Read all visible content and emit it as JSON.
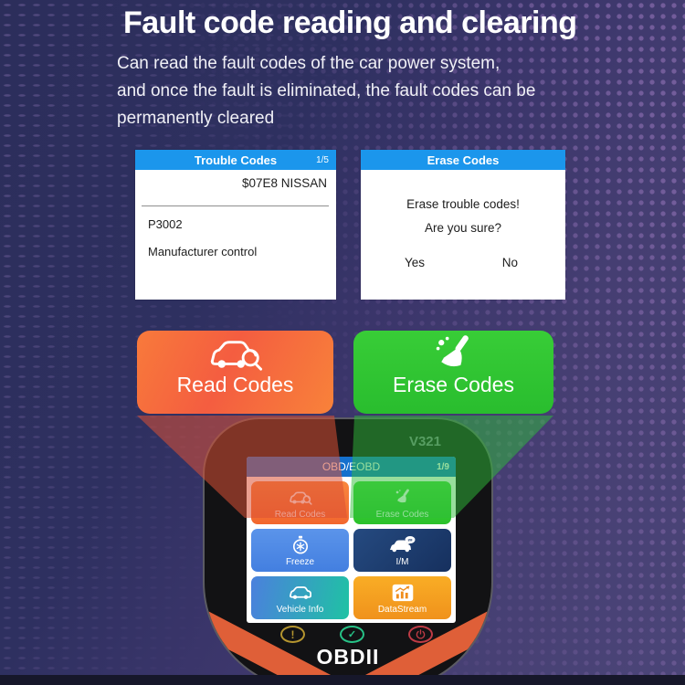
{
  "title": "Fault code reading and clearing",
  "subtitle": {
    "line1": "Can read the fault codes of the car power system,",
    "line2": "and once the fault is eliminated, the fault codes can be",
    "line3": "permanently cleared"
  },
  "panels": {
    "trouble": {
      "header": "Trouble Codes",
      "page": "1/5",
      "vehicle": "$07E8 NISSAN",
      "code": "P3002",
      "code_desc": "Manufacturer control"
    },
    "erase": {
      "header": "Erase Codes",
      "message1": "Erase trouble codes!",
      "message2": "Are you sure?",
      "yes_label": "Yes",
      "no_label": "No"
    }
  },
  "buttons": {
    "read_label": "Read Codes",
    "erase_label": "Erase Codes"
  },
  "device": {
    "model": "V321",
    "brand": "OBDII",
    "screen": {
      "header": "OBD/EOBD",
      "page": "1/9",
      "tiles": [
        {
          "label": "Read Codes",
          "icon": "car-search-icon"
        },
        {
          "label": "Erase Codes",
          "icon": "broom-icon"
        },
        {
          "label": "Freeze",
          "icon": "stopwatch-icon"
        },
        {
          "label": "I/M",
          "icon": "car-bubble-icon"
        },
        {
          "label": "Vehicle Info",
          "icon": "car-icon"
        },
        {
          "label": "DataStream",
          "icon": "chart-icon"
        }
      ]
    },
    "indicators": [
      {
        "icon": "warning-icon",
        "symbol": "!"
      },
      {
        "icon": "check-icon",
        "symbol": "✓"
      },
      {
        "icon": "power-icon",
        "symbol": "⏻"
      }
    ]
  },
  "colors": {
    "panel_header_blue": "#1b96ec",
    "screen_header_blue": "#1470cd",
    "read_orange": "#f5703d",
    "erase_green": "#2ec532",
    "freeze_blue": "#4e8ae6",
    "im_navy": "#1d3a6e",
    "vehicle_teal": "#22c0a6",
    "datastream_orange": "#f5a21f",
    "chevron_orange": "#df5f38",
    "beam_red": "rgba(219,80,52,0.55)",
    "beam_green": "rgba(47,189,57,0.50)"
  }
}
